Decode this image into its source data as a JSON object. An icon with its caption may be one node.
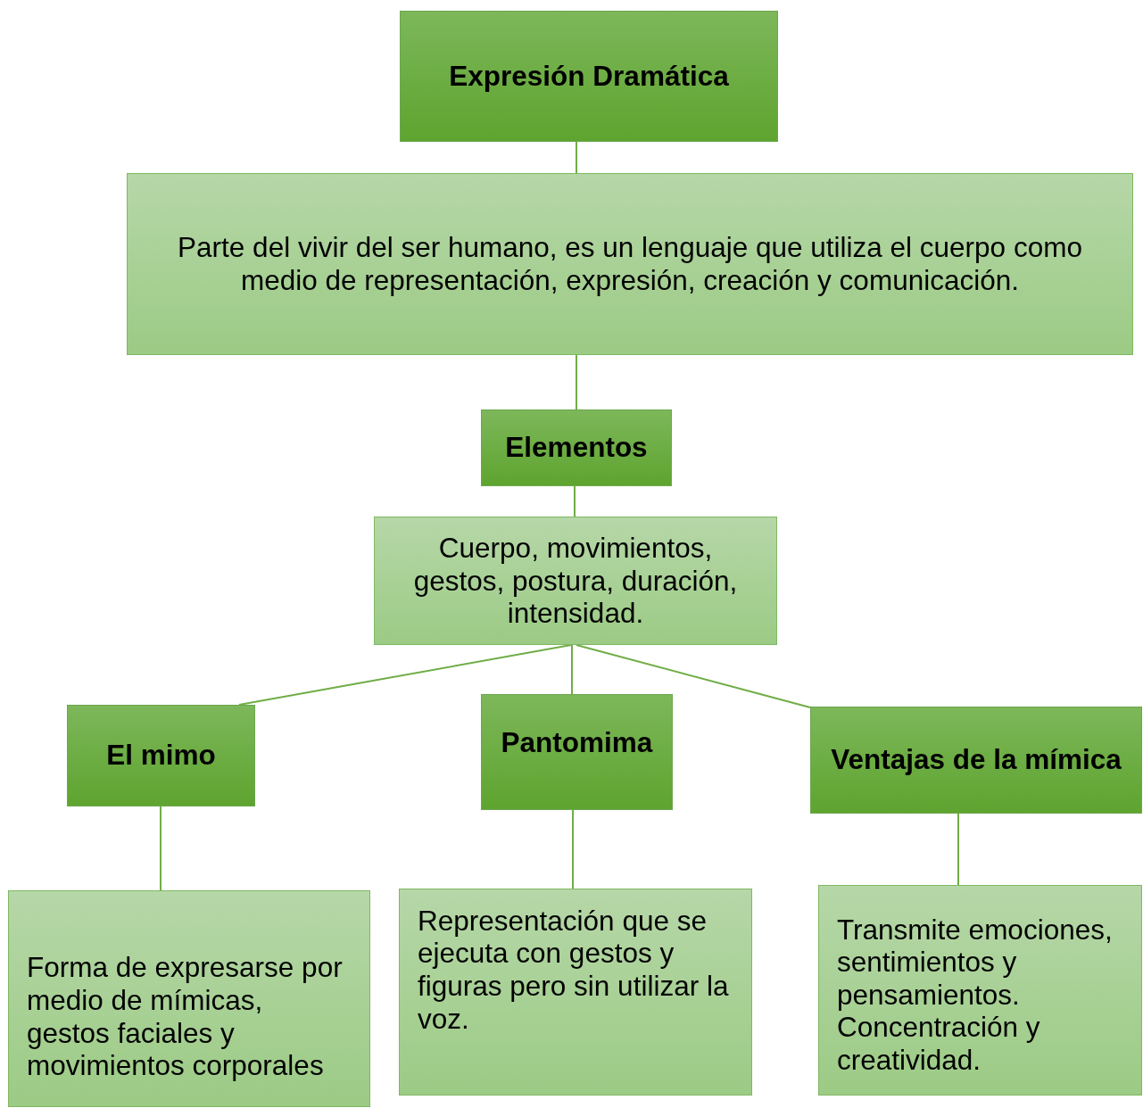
{
  "diagram": {
    "nodes": [
      {
        "text": [
          "Expresión Dramática"
        ]
      },
      {
        "text": [
          "Parte del vivir del ser humano, es un lenguaje que utiliza el cuerpo como medio de representación, expresión, creación y comunicación."
        ]
      },
      {
        "text": [
          "Elementos"
        ]
      },
      {
        "text": [
          "Cuerpo, movimientos, gestos, postura, duración, intensidad."
        ]
      },
      {
        "text": [
          "El mimo"
        ]
      },
      {
        "text": [
          "Pantomima"
        ]
      },
      {
        "text": [
          "Ventajas de la mímica"
        ]
      },
      {
        "text": [
          "Forma de expresarse por medio de mímicas, gestos faciales y movimientos corporales"
        ]
      },
      {
        "text": [
          "Representación que se ejecuta con gestos y figuras pero sin utilizar la voz."
        ]
      },
      {
        "text": [
          "Transmite emociones, sentimientos y pensamientos. Concentración y creatividad."
        ]
      }
    ],
    "edges": [
      {
        "from": 0,
        "to": 1,
        "arrow": "none"
      },
      {
        "from": 1,
        "to": 2,
        "arrow": "none"
      },
      {
        "from": 2,
        "to": 3,
        "arrow": "none"
      },
      {
        "from": 3,
        "to": 4,
        "arrow": "none"
      },
      {
        "from": 3,
        "to": 5,
        "arrow": "none"
      },
      {
        "from": 3,
        "to": 6,
        "arrow": "none"
      },
      {
        "from": 4,
        "to": 7,
        "arrow": "none"
      },
      {
        "from": 5,
        "to": 8,
        "arrow": "none"
      },
      {
        "from": 6,
        "to": 9,
        "arrow": "none"
      }
    ]
  }
}
